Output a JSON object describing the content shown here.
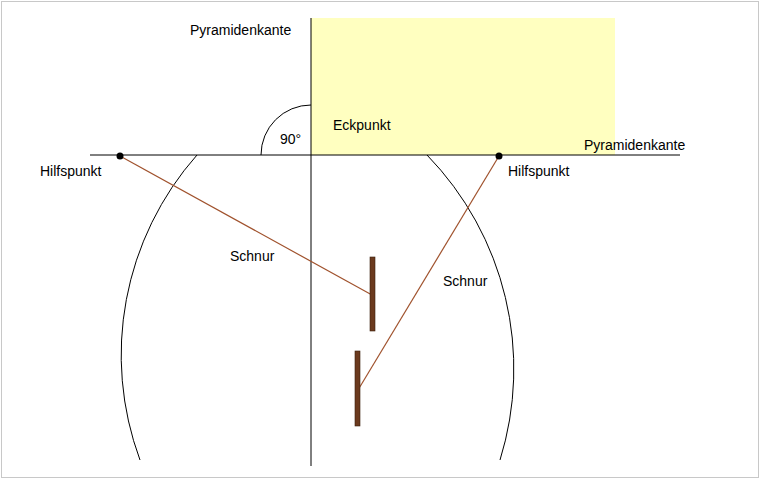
{
  "diagram": {
    "labels": [
      "Pyramidenkante",
      "90°",
      "Eckpunkt",
      "Pyramidenkante",
      "Hilfspunkt",
      "Hilfspunkt",
      "Schnur",
      "Schnur"
    ]
  }
}
